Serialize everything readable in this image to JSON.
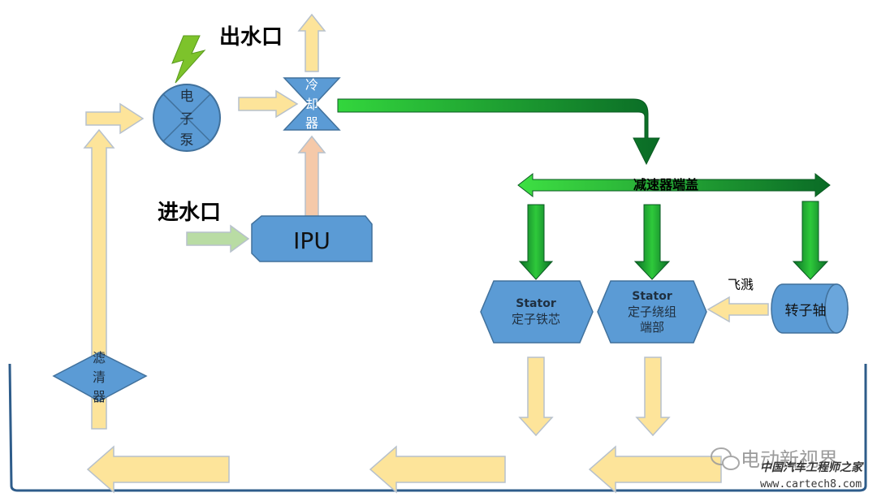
{
  "labels": {
    "outlet": "出水口",
    "inlet": "进水口",
    "pump": [
      "电",
      "子",
      "泵"
    ],
    "cooler": [
      "冷",
      "却",
      "器"
    ],
    "filter": [
      "滤",
      "清",
      "器"
    ],
    "ipu": "IPU",
    "reducer_cover": "减速器端盖",
    "stator_core_en": "Stator",
    "stator_core_zh": "定子铁芯",
    "stator_winding_en": "Stator",
    "stator_winding_zh1": "定子绕组",
    "stator_winding_zh2": "端部",
    "rotor_shaft": "转子轴",
    "splash": "飞溅"
  },
  "watermark": {
    "brand": "电动新视界",
    "site_cn": "中国汽车工程师之家",
    "url": "www.cartech8.com"
  },
  "colors": {
    "blue_fill": "#5b9bd5",
    "blue_stroke": "#41719c",
    "yellow_fill": "#fde49a",
    "yellow_stroke": "#b9c3cf",
    "green_dark": "#0a7a2a",
    "green_light": "#3ee043",
    "lightning": "#7dc32b",
    "peach": "#f5c9a9",
    "inlet_green": "#b9dca4",
    "tank": "#2e5c8a"
  }
}
